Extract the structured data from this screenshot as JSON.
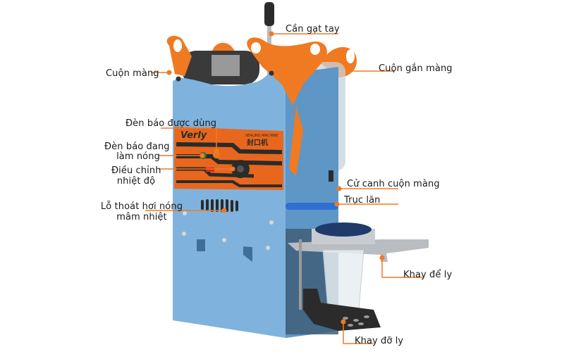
{
  "diagram": {
    "subject": "Máy dập nắp ly (cup sealing machine)",
    "colors": {
      "body": "#7fb3dd",
      "body_dark": "#5e96c6",
      "accent": "#f07a22",
      "panel": "#e8671d",
      "callout_line": "#f07a22",
      "tray": "#a9adb3",
      "cup_tray": "#2b2b2b",
      "text": "#1a1a1a"
    },
    "panel": {
      "brand": "Verly",
      "title_en": "SEALING MACHINE",
      "title_cn": "封口机"
    },
    "labels": [
      {
        "id": "can-gat-tay",
        "text": "Cần gạt tay"
      },
      {
        "id": "cuon-mang",
        "text": "Cuộn màng"
      },
      {
        "id": "cuon-gan-mang",
        "text": "Cuộn gắn màng"
      },
      {
        "id": "den-bao-duoc-dung",
        "text": "Đèn báo được dùng"
      },
      {
        "id": "den-bao-dang-lam-nong-1",
        "text": "Đèn báo đang"
      },
      {
        "id": "den-bao-dang-lam-nong-2",
        "text": "làm nóng"
      },
      {
        "id": "dieu-chinh-nhiet-do-1",
        "text": "Điều chỉnh"
      },
      {
        "id": "dieu-chinh-nhiet-do-2",
        "text": "nhiệt độ"
      },
      {
        "id": "lo-thoat-hoi-1",
        "text": "Lỗ thoát hơi nóng"
      },
      {
        "id": "lo-thoat-hoi-2",
        "text": "mâm nhiệt"
      },
      {
        "id": "cu-canh-cuon-mang",
        "text": "Cử canh cuộn màng"
      },
      {
        "id": "truc-lan",
        "text": "Trục lăn"
      },
      {
        "id": "khay-de-ly",
        "text": "Khay để ly"
      },
      {
        "id": "khay-do-ly",
        "text": "Khay đỡ ly"
      }
    ]
  }
}
